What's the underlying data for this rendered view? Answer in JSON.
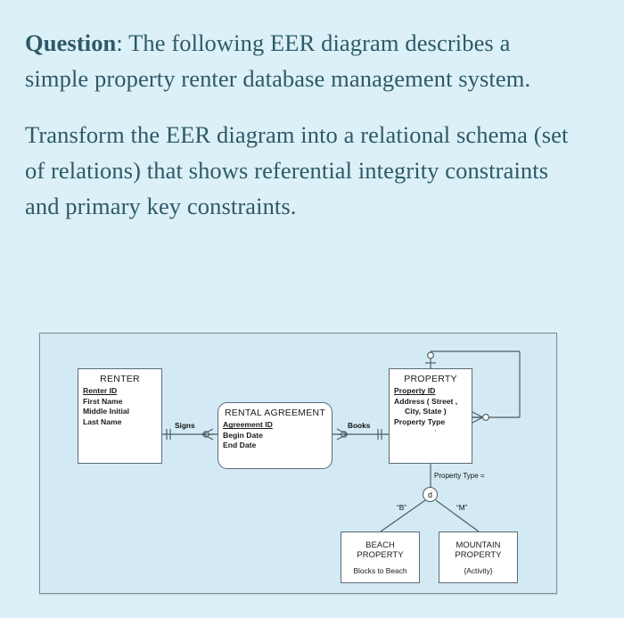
{
  "page": {
    "background_color": "#dcf0f7",
    "text_color": "#2d5a68"
  },
  "question": {
    "label": "Question",
    "label_suffix": ": ",
    "paragraph1": "The following EER diagram describes a simple property renter database management system.",
    "paragraph2": "Transform the EER diagram into a relational schema (set of relations) that shows referential integrity constraints and primary key constraints."
  },
  "diagram": {
    "type": "eer-diagram",
    "frame_background": "#d3eaf5",
    "frame_border_color": "#7d8b92",
    "entities": [
      {
        "id": "renter",
        "title": "RENTER",
        "shape": "rectangle",
        "attributes": [
          {
            "name": "Renter ID",
            "primary_key": true
          },
          {
            "name": "First Name",
            "primary_key": false
          },
          {
            "name": "Middle Initial",
            "primary_key": false
          },
          {
            "name": "Last Name",
            "primary_key": false
          }
        ]
      },
      {
        "id": "rental_agreement",
        "title": "RENTAL AGREEMENT",
        "shape": "rounded-rectangle",
        "attributes": [
          {
            "name": "Agreement ID",
            "primary_key": true
          },
          {
            "name": "Begin Date",
            "primary_key": false
          },
          {
            "name": "End Date",
            "primary_key": false
          }
        ]
      },
      {
        "id": "property",
        "title": "PROPERTY",
        "shape": "rectangle",
        "attributes": [
          {
            "name": "Property ID",
            "primary_key": true
          },
          {
            "name": "Address ( Street ,",
            "primary_key": false
          },
          {
            "name": "City, State )",
            "primary_key": false
          },
          {
            "name": "Property Type",
            "primary_key": false
          }
        ]
      },
      {
        "id": "beach_property",
        "title_line1": "BEACH",
        "title_line2": "PROPERTY",
        "shape": "rectangle",
        "attribute": "Blocks to Beach"
      },
      {
        "id": "mountain_property",
        "title_line1": "MOUNTAIN",
        "title_line2": "PROPERTY",
        "shape": "rectangle",
        "attribute": "{Activity}"
      }
    ],
    "relationships": [
      {
        "id": "signs",
        "label": "Signs",
        "from": "renter",
        "to": "rental_agreement",
        "from_cardinality": "one-and-only-one",
        "to_cardinality": "zero-or-many"
      },
      {
        "id": "books",
        "label": "Books",
        "from": "rental_agreement",
        "to": "property",
        "from_cardinality": "zero-or-many",
        "to_cardinality": "one-and-only-one"
      },
      {
        "id": "property_recursive",
        "label": "",
        "from": "property",
        "to": "property",
        "from_cardinality": "zero-or-one",
        "to_cardinality": "zero-or-many"
      }
    ],
    "specialization": {
      "discriminator_label": "Property Type =",
      "circle_symbol": "d",
      "circle_meaning": "disjoint",
      "branches": [
        {
          "label": "“B”",
          "target": "beach_property"
        },
        {
          "label": "“M”",
          "target": "mountain_property"
        }
      ]
    },
    "stray_mark": ","
  }
}
